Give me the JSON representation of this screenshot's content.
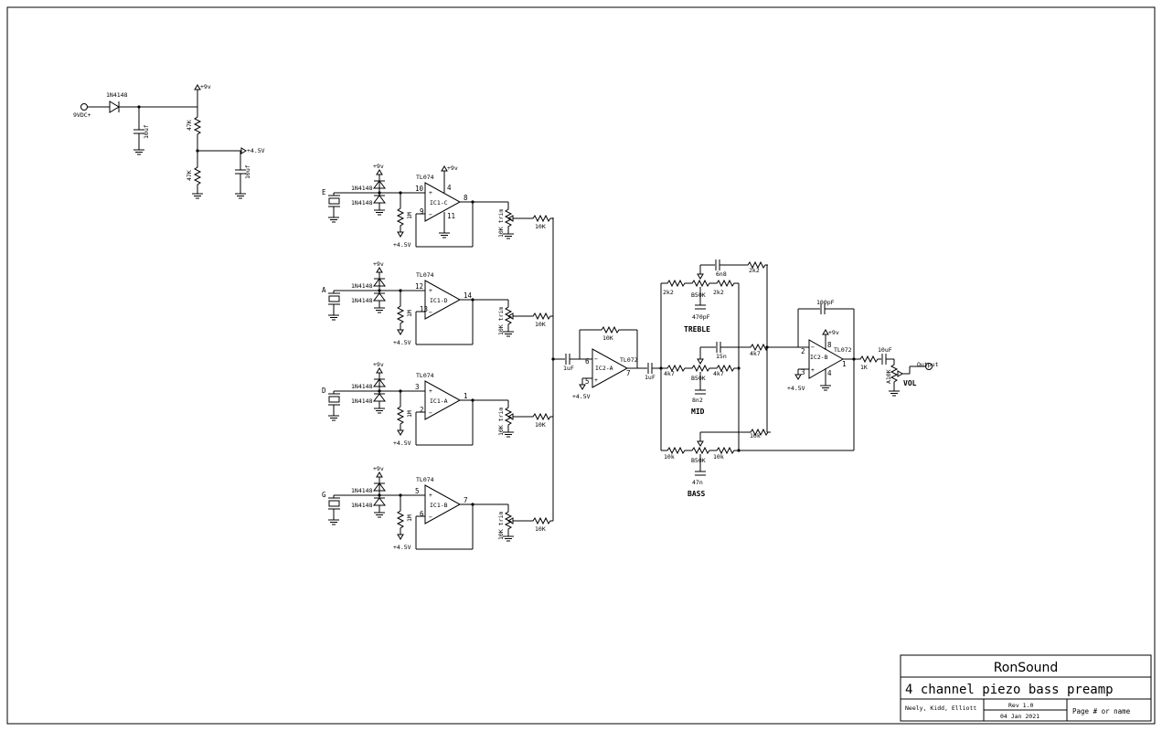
{
  "title_block": {
    "company": "RonSound",
    "project": "4 channel piezo bass preamp",
    "authors": "Neely, Kidd, Elliott",
    "rev": "Rev 1.0",
    "date": "04 Jan 2021",
    "page": "Page # or name"
  },
  "power": {
    "input_label": "9VDC+",
    "diode": "1N4148",
    "cap1": "10uf",
    "cap2": "10uf",
    "r_top": "47K",
    "r_bot": "47K",
    "rail": "+9v",
    "vref": "+4.5V"
  },
  "channels": [
    {
      "name": "E",
      "ic": "IC1-C",
      "pin_in": "10",
      "pin_fb": "9",
      "pin_out": "8",
      "pin_v": "4",
      "pin_g": "11",
      "show_rail": true
    },
    {
      "name": "A",
      "ic": "IC1-D",
      "pin_in": "12",
      "pin_fb": "13",
      "pin_out": "14",
      "pin_v": "",
      "pin_g": "",
      "show_rail": false
    },
    {
      "name": "D",
      "ic": "IC1-A",
      "pin_in": "3",
      "pin_fb": "2",
      "pin_out": "1",
      "pin_v": "",
      "pin_g": "",
      "show_rail": false
    },
    {
      "name": "G",
      "ic": "IC1-B",
      "pin_in": "5",
      "pin_fb": "6",
      "pin_out": "7",
      "pin_v": "",
      "pin_g": "",
      "show_rail": false
    }
  ],
  "channel_parts": {
    "opamp_type": "TL074",
    "diode": "1N4148",
    "rail": "+9v",
    "bias_res": "1M",
    "vref": "+4.5V",
    "trim": "10K trim",
    "mix_res": "10K"
  },
  "mixer": {
    "cap_in": "1uF",
    "fb_res": "10K",
    "ic": "IC2-A",
    "type": "TL072",
    "pin_fb": "6",
    "pin_in": "5",
    "pin_out": "7",
    "vref": "+4.5V",
    "cap_out": "1uF"
  },
  "treble": {
    "label": "TREBLE",
    "r1": "2k2",
    "r2": "2k2",
    "pot": "B50K",
    "cap_pot": "470pF",
    "cap_top": "6n8",
    "r_top": "2k2"
  },
  "mid": {
    "label": "MID",
    "r1": "4k7",
    "r2": "4k7",
    "pot": "B50K",
    "cap_pot": "8n2",
    "cap_top": "15n",
    "r_out": "4k7"
  },
  "bass": {
    "label": "BASS",
    "r1": "10k",
    "r2": "10k",
    "pot": "B50K",
    "cap_pot": "47n",
    "r_out": "10k"
  },
  "output_stage": {
    "cap_fb": "100pF",
    "ic": "IC2-B",
    "type": "TL072",
    "pin_inv": "2",
    "pin_pos": "3",
    "pin_v": "8",
    "pin_g": "4",
    "pin_out": "1",
    "rail": "+9v",
    "vref": "+4.5V",
    "r_out": "1K",
    "cap_out": "10uF",
    "vol_pot": "A10K",
    "vol_label": "VOL",
    "output_label": "Output"
  }
}
